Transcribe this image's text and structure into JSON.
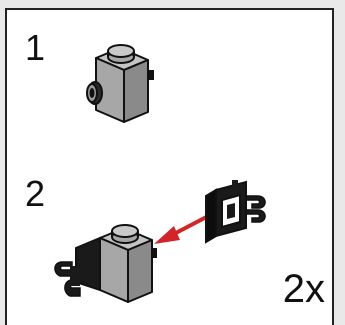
{
  "instructions": {
    "steps": [
      {
        "number": "1"
      },
      {
        "number": "2"
      }
    ],
    "multiplier": "2x",
    "colors": {
      "brick": "#a7a7a7",
      "brick_top": "#c4c4c4",
      "brick_side": "#8a8a8a",
      "clip": "#111111",
      "arrow": "#d42427",
      "outline": "#111111"
    }
  }
}
